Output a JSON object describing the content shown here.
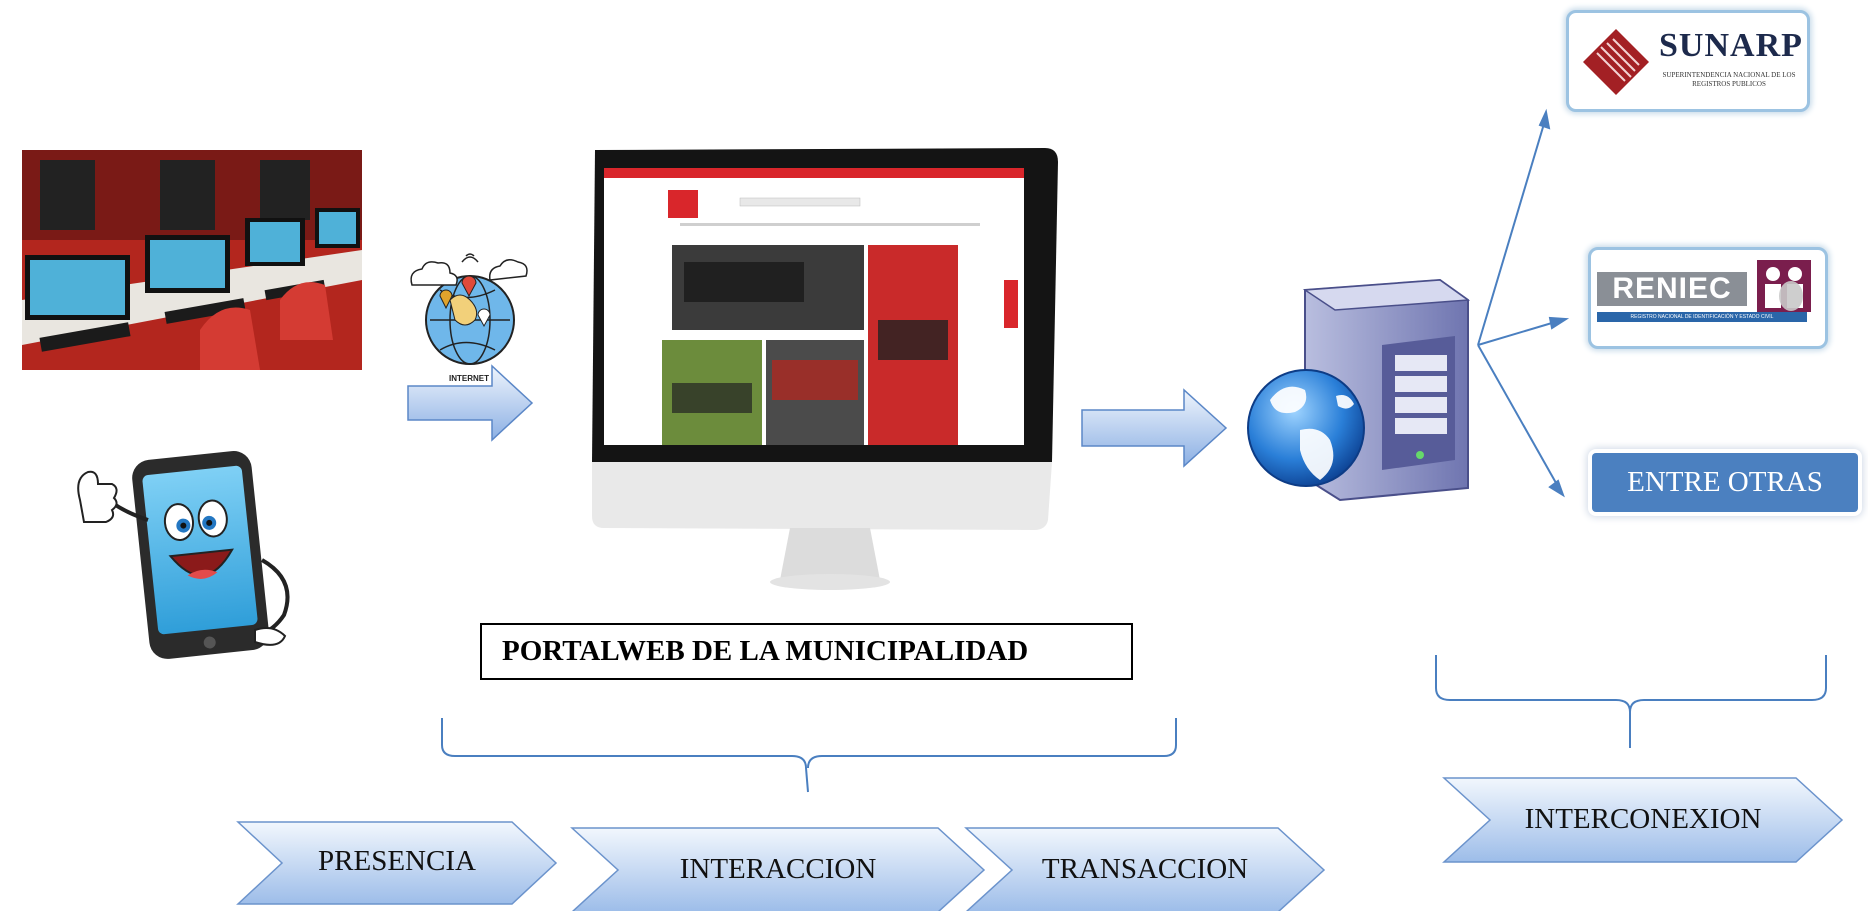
{
  "title_box": {
    "label": "PORTALWEB DE LA MUNICIPALIDAD"
  },
  "stages": {
    "presencia": "PRESENCIA",
    "interaccion": "INTERACCION",
    "transaccion": "TRANSACCION",
    "interconexion": "INTERCONEXION"
  },
  "internet_icon": {
    "label": "INTERNET",
    "icon": "globe-network-icon"
  },
  "logos": {
    "sunarp": {
      "name": "SUNARP",
      "subtitle": "SUPERINTENDENCIA NACIONAL DE LOS REGISTROS PUBLICOS"
    },
    "reniec": {
      "name": "RENIEC",
      "subtitle": "REGISTRO NACIONAL DE IDENTIFICACIÓN Y ESTADO CIVIL"
    },
    "otras": {
      "label": "ENTRE OTRAS"
    }
  },
  "illustrations": {
    "cafe": "internet-cafe-computers-image",
    "phone": "smiling-smartphone-cartoon",
    "monitor": "desktop-monitor-with-municipal-portal",
    "server": "web-server-with-globe-icon"
  },
  "colors": {
    "arrow_fill_top": "#e6effb",
    "arrow_fill_bottom": "#8fb2e6",
    "arrow_stroke": "#5b87c7",
    "line_blue": "#4a7fc0",
    "accent_red": "#d9262b",
    "otras_bg": "#4b80c0"
  }
}
